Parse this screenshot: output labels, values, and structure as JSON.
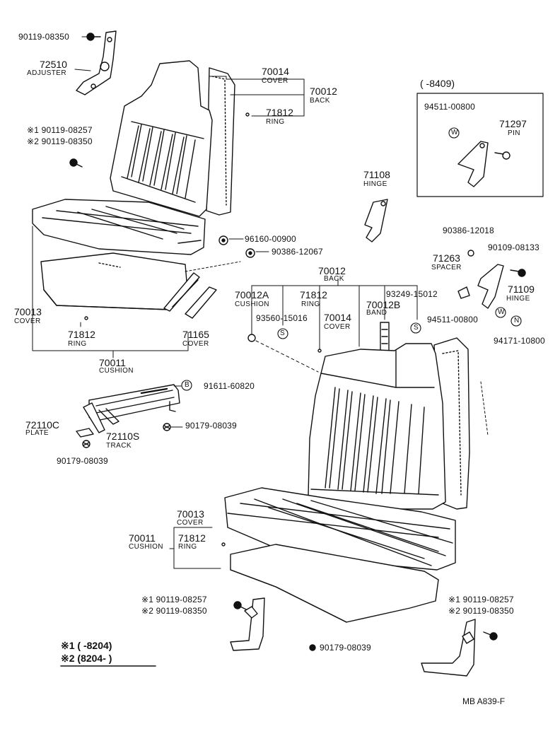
{
  "part_labels": {
    "p90119_08350_a": "90119-08350",
    "p72510": "72510",
    "adjuster": "ADJUSTER",
    "s1_90119_08257_a": "※1 90119-08257",
    "s2_90119_08350_a": "※2 90119-08350",
    "p70014_a": "70014",
    "cover_a": "COVER",
    "p70012_a": "70012",
    "back_a": "BACK",
    "p71812_a": "71812",
    "ring_a": "RING",
    "inset_range": "(      -8409)",
    "p94511_00800_a": "94511-00800",
    "p71297": "71297",
    "pin": "PIN",
    "p71108": "71108",
    "hinge_a": "HINGE",
    "p96160_00900": "96160-00900",
    "p90386_12067": "90386-12067",
    "p90386_12018": "90386-12018",
    "p90109_08133": "90109-08133",
    "p71263": "71263",
    "spacer": "SPACER",
    "p71109": "71109",
    "hinge_b": "HINGE",
    "p94511_00800_b": "94511-00800",
    "p94171_10800": "94171-10800",
    "p70013_a": "70013",
    "cover_b": "COVER",
    "p71812_b": "71812",
    "ring_b": "RING",
    "p70011_a": "70011",
    "cushion_a": "CUSHION",
    "p71165": "71165",
    "cover_c": "COVER",
    "p70012_b": "70012",
    "back_b": "BACK",
    "p70012A": "70012A",
    "cushion_b": "CUSHION",
    "p71812_c": "71812",
    "ring_c": "RING",
    "p93249_15012": "93249-15012",
    "p70012B": "70012B",
    "band": "BAND",
    "p93560_15016": "93560-15016",
    "p70014_b": "70014",
    "cover_d": "COVER",
    "p91611_60820": "91611-60820",
    "p72110C": "72110C",
    "plate": "PLATE",
    "p72110S": "72110S",
    "track": "TRACK",
    "p90179_08039_a": "90179-08039",
    "p90179_08039_b": "90179-08039",
    "p70013_b": "70013",
    "cover_e": "COVER",
    "p70011_b": "70011",
    "cushion_c": "CUSHION",
    "p71812_d": "71812",
    "ring_d": "RING",
    "s1_90119_08257_b": "※1 90119-08257",
    "s2_90119_08350_b": "※2 90119-08350",
    "s1_90119_08257_c": "※1 90119-08257",
    "s2_90119_08350_c": "※2 90119-08350",
    "p90179_08039_c": "90179-08039"
  },
  "badges": {
    "w": "W",
    "s": "S",
    "b": "B",
    "n": "N"
  },
  "footnotes": {
    "note1": "※1 (         -8204)",
    "note2": "※2 (8204-         )"
  },
  "catalog_code": "MB  A839-F"
}
